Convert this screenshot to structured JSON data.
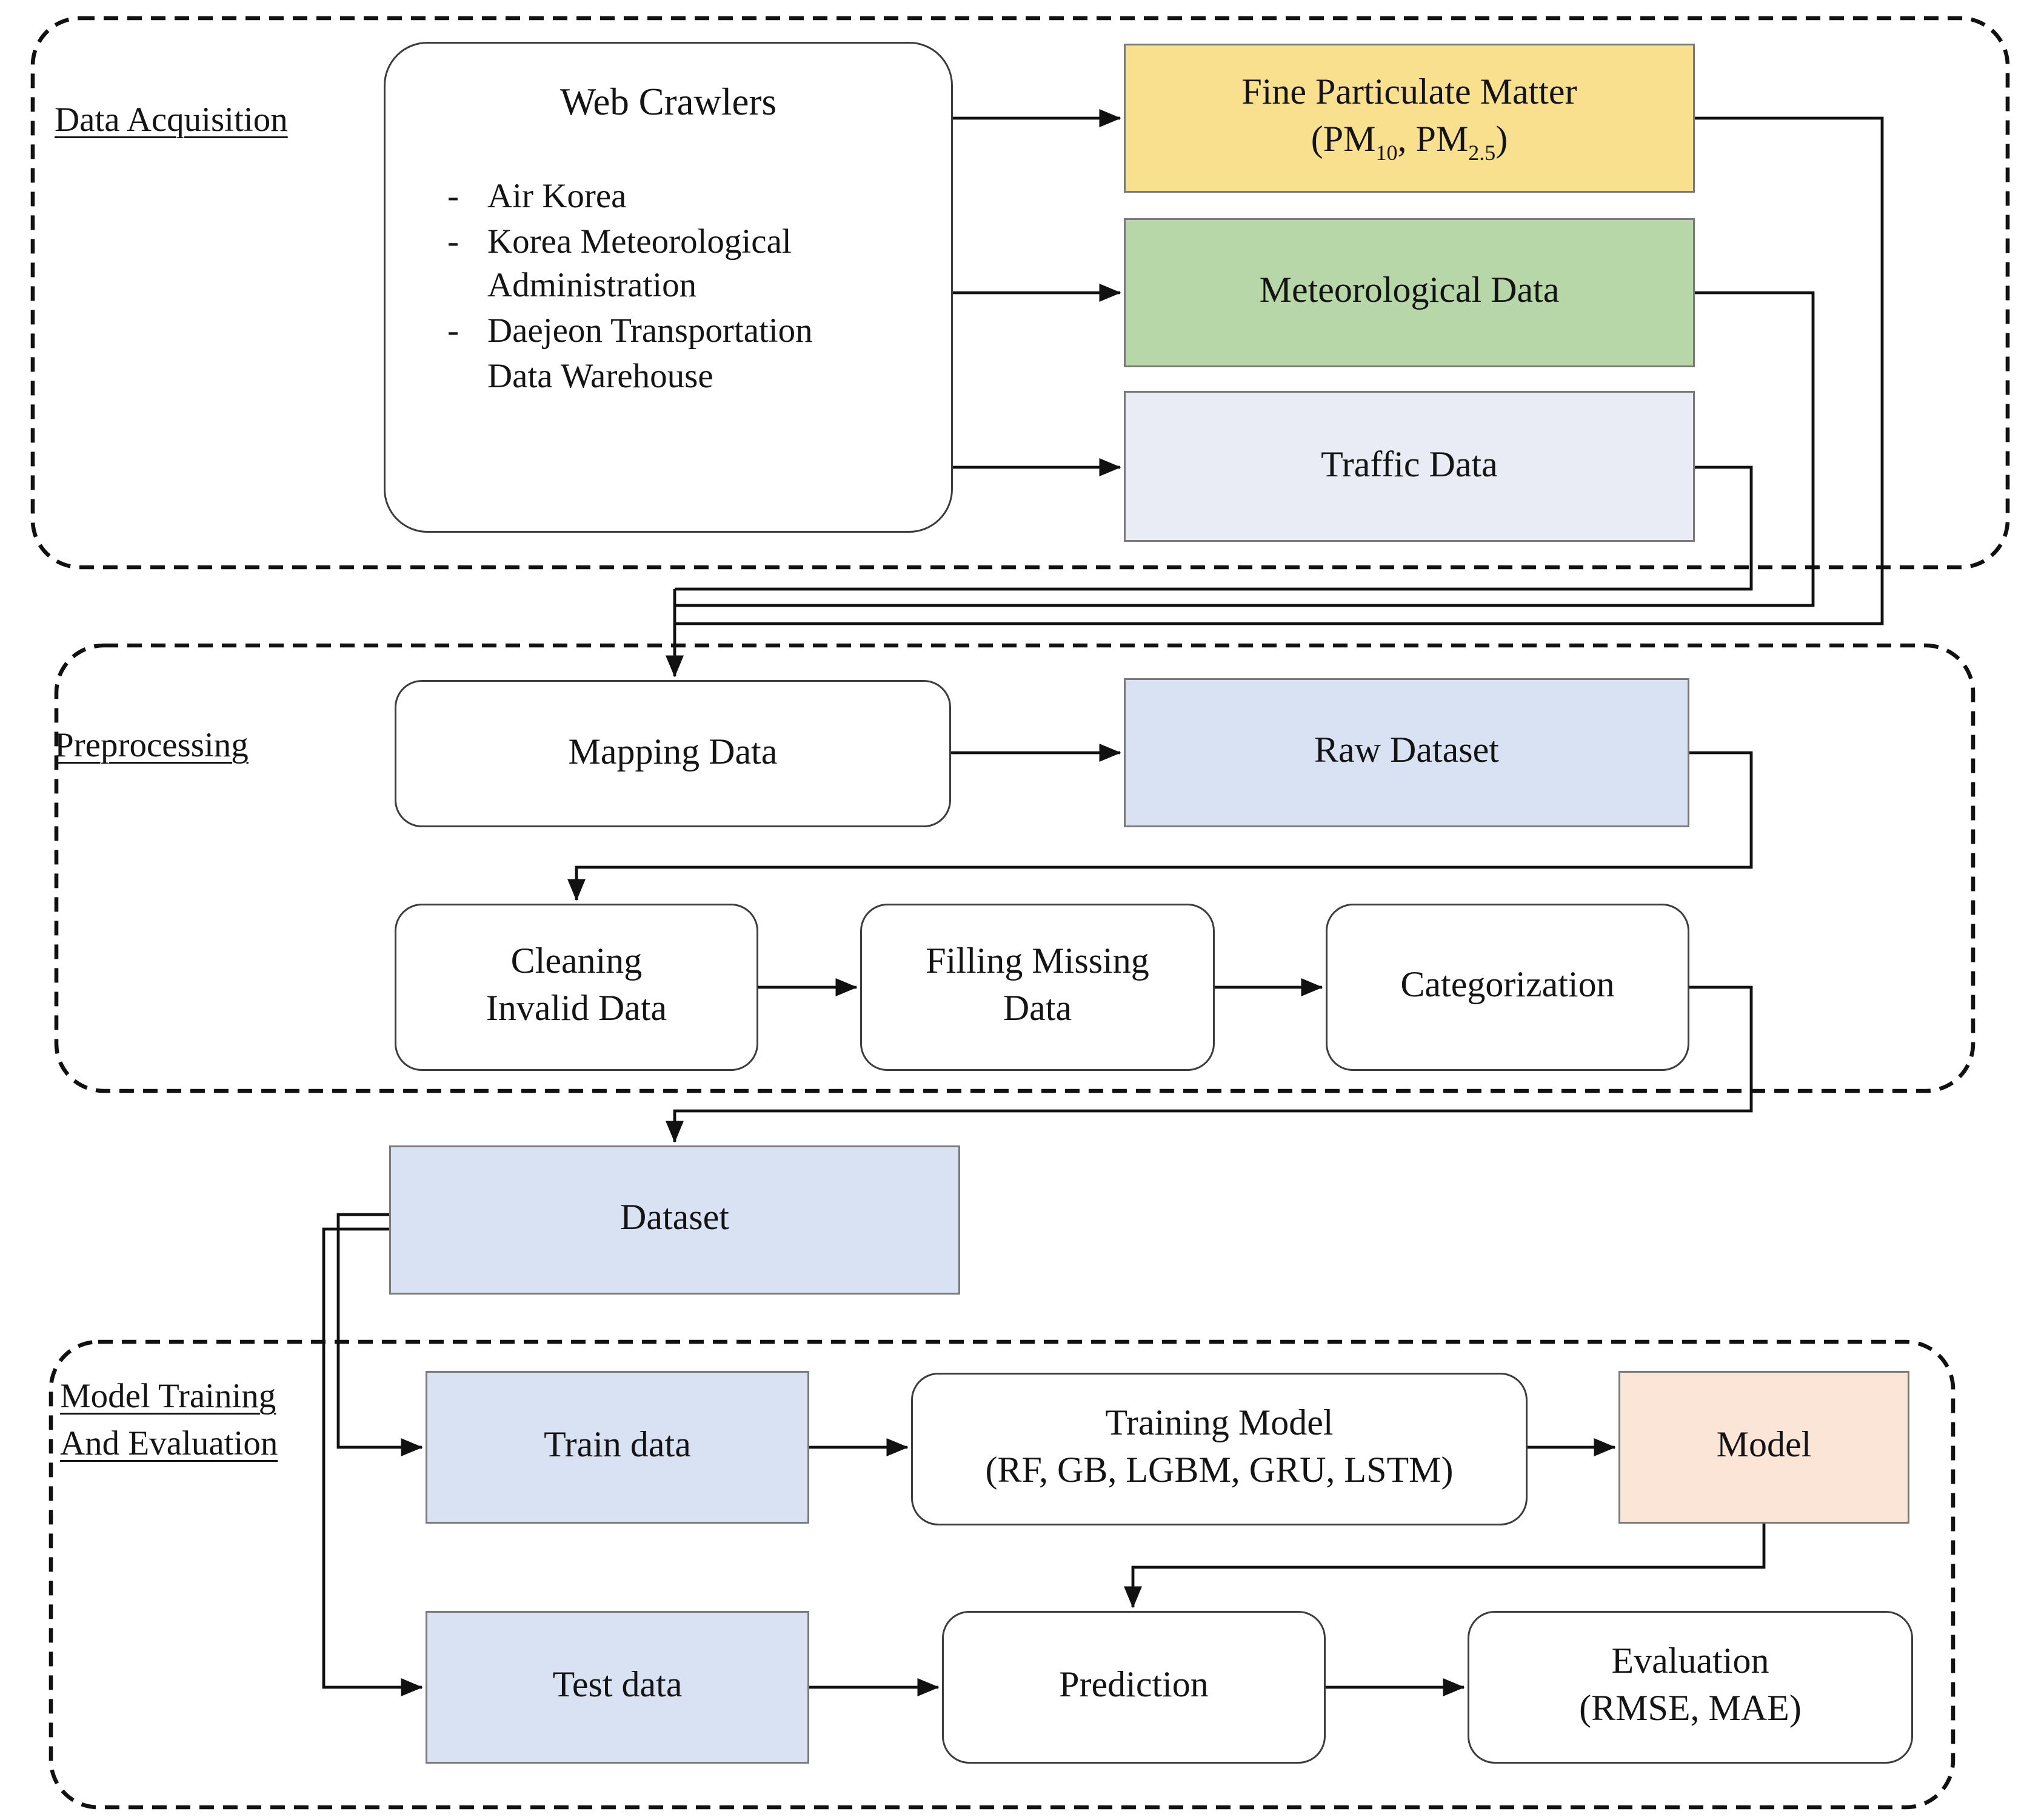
{
  "sections": {
    "data_acquisition": {
      "label": "Data Acquisition"
    },
    "preprocessing": {
      "label": "Preprocessing"
    },
    "model_training": {
      "label_line1": "Model Training",
      "label_line2": "And Evaluation"
    }
  },
  "web_crawlers": {
    "title": "Web Crawlers",
    "marker": "-",
    "items": [
      "Air Korea",
      "Korea Meteorological Administration",
      "Daejeon Transportation Data Warehouse"
    ]
  },
  "boxes": {
    "fine_particulate": {
      "line1": "Fine Particulate Matter",
      "pm_open": "(PM",
      "pm_sub1": "10",
      "pm_mid": ", PM",
      "pm_sub2": "2.5",
      "pm_close": ")",
      "fill": "#F9E08F"
    },
    "meteorological": {
      "label": "Meteorological Data",
      "fill": "#B7D7A8"
    },
    "traffic": {
      "label": "Traffic Data",
      "fill": "#E9EBF5"
    },
    "mapping": {
      "label": "Mapping Data",
      "fill": "#FFFFFF"
    },
    "raw_dataset": {
      "label": "Raw Dataset",
      "fill": "#D9E2F3"
    },
    "cleaning": {
      "line1": "Cleaning",
      "line2": "Invalid Data",
      "fill": "#FFFFFF"
    },
    "filling": {
      "line1": "Filling Missing",
      "line2": "Data",
      "fill": "#FFFFFF"
    },
    "categorization": {
      "label": "Categorization",
      "fill": "#FFFFFF"
    },
    "dataset": {
      "label": "Dataset",
      "fill": "#D9E2F3"
    },
    "train_data": {
      "label": "Train data",
      "fill": "#D9E2F3"
    },
    "training_model": {
      "line1": "Training Model",
      "line2": "(RF, GB, LGBM, GRU, LSTM)",
      "fill": "#FFFFFF"
    },
    "model": {
      "label": "Model",
      "fill": "#FBE5D6"
    },
    "test_data": {
      "label": "Test data",
      "fill": "#D9E2F3"
    },
    "prediction": {
      "label": "Prediction",
      "fill": "#FFFFFF"
    },
    "evaluation": {
      "line1": "Evaluation",
      "line2": "(RMSE, MAE)",
      "fill": "#FFFFFF"
    }
  },
  "colors": {
    "line": "#111111",
    "box_border_colored": "#7a7a7a",
    "box_border_white": "#3d3d3d",
    "text": "#141414",
    "background": "#FFFFFF"
  }
}
